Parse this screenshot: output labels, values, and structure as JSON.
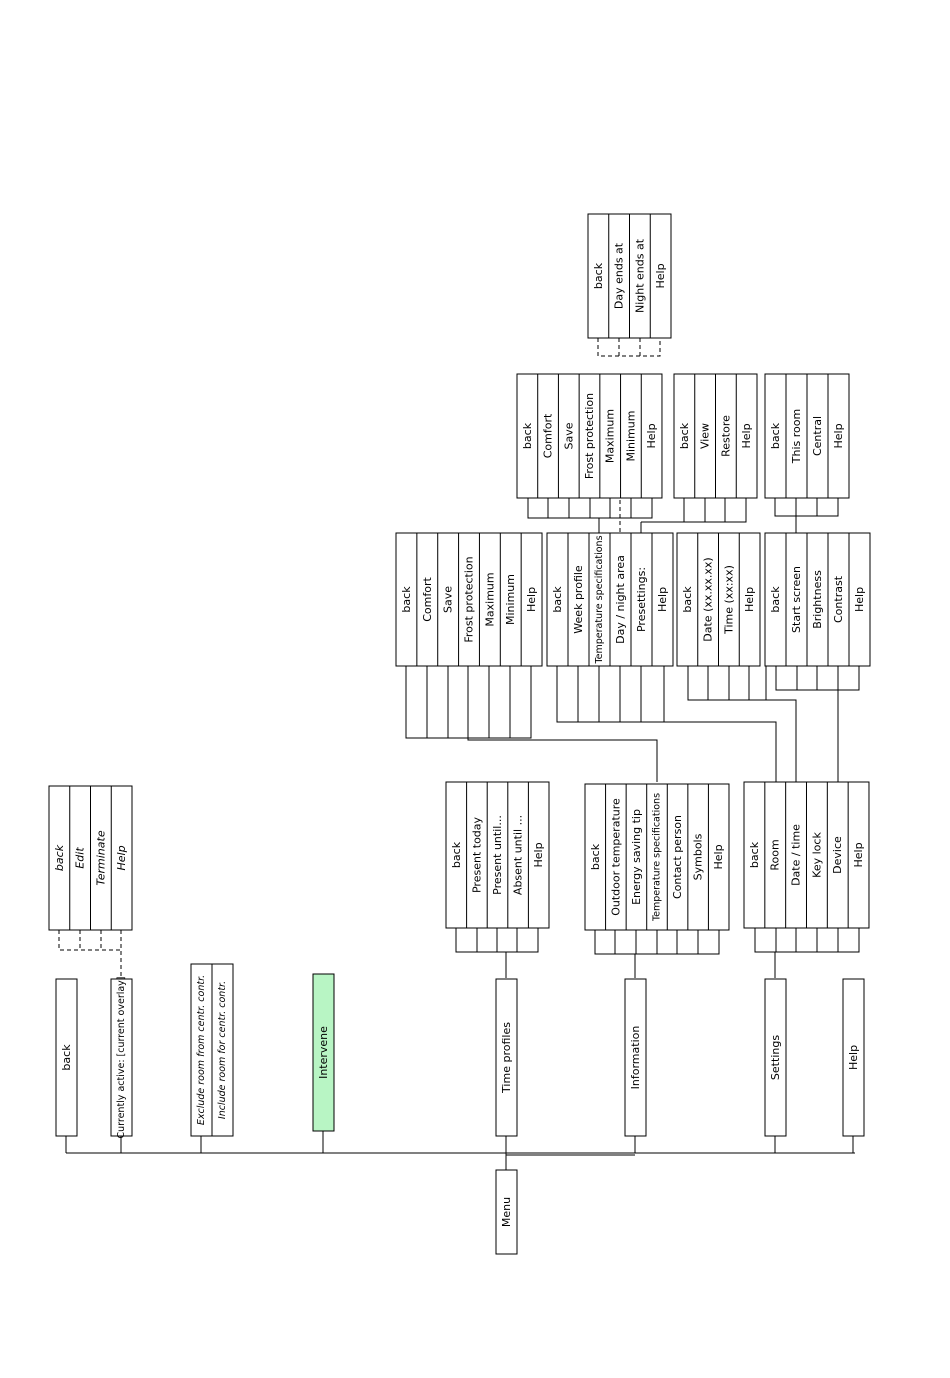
{
  "root": "Menu",
  "main_menu": {
    "back": "back",
    "currently_active": "Currently active: [current overlay]",
    "exclude_room": "Exclude room from centr. contr.",
    "include_room": "Include room for centr. contr.",
    "intervene": "Intervene",
    "time_profiles": "Time profiles",
    "information": "Information",
    "settings": "Settings",
    "help": "Help"
  },
  "overlay_menu": [
    "back",
    "Edit",
    "Terminate",
    "Help"
  ],
  "time_profiles_menu": [
    "back",
    "Present today",
    "Present until...",
    "Absent until ...",
    "Help"
  ],
  "information_menu": [
    "back",
    "Outdoor temperature",
    "Energy saving tip",
    "Temperature specifications",
    "Contact person",
    "Symbols",
    "Help"
  ],
  "settings_menu": [
    "back",
    "Room",
    "Date / time",
    "Key lock",
    "Device",
    "Help"
  ],
  "temp_setpoints_menu": [
    "back",
    "Comfort",
    "Save",
    "Frost protection",
    "Maximum",
    "Minimum",
    "Help"
  ],
  "room_menu": [
    "back",
    "Week profile",
    "Temperature specifications",
    "Day / night area",
    "Presettings:",
    "Help"
  ],
  "datetime_menu": [
    "back",
    "Date (xx.xx.xx)",
    "Time (xx:xx)",
    "Help"
  ],
  "device_menu": [
    "back",
    "Start screen",
    "Brightness",
    "Contrast",
    "Help"
  ],
  "room_temp_menu": [
    "back",
    "Comfort",
    "Save",
    "Frost protection",
    "Maximum",
    "Minimum",
    "Help"
  ],
  "week_profile_menu": [
    "back",
    "View",
    "Restore",
    "Help"
  ],
  "start_screen_menu": [
    "back",
    "This room",
    "Central",
    "Help"
  ],
  "day_night_menu": [
    "back",
    "Day ends at",
    "Night ends at",
    "Help"
  ],
  "colors": {
    "highlight": "#b8f5c4",
    "line": "#000000"
  }
}
